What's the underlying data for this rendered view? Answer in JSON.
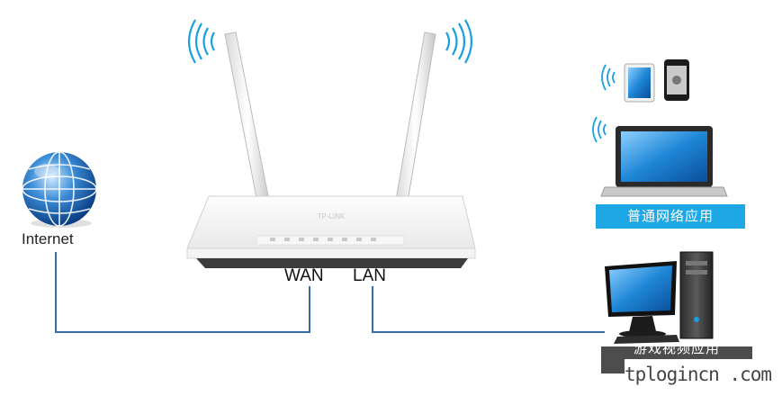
{
  "nodes": {
    "internet_label": "Internet",
    "wan_label": "WAN",
    "lan_label": "LAN",
    "router_brand": "TP-LINK"
  },
  "banners": {
    "normal_apps": "普通网络应用",
    "game_video_apps": "游戏视频应用"
  },
  "watermark": "tplogincn .com",
  "colors": {
    "cable": "#3a6ea5",
    "banner_blue": "#1da7e5",
    "banner_dark": "#4d4d4d",
    "wifi_waves": "#1a9fe0"
  }
}
